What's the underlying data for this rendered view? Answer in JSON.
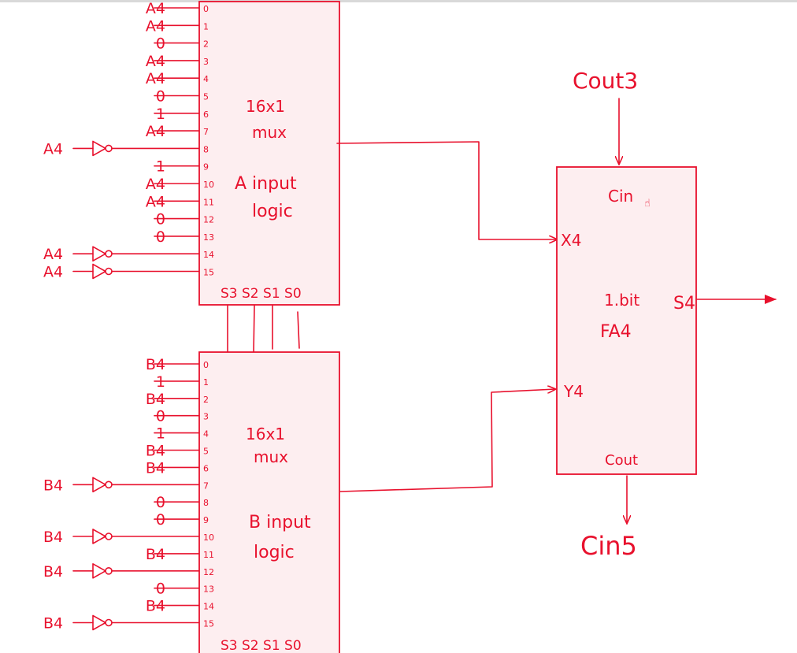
{
  "colors": {
    "ink": "#e8112d",
    "box_fill": "#fdeef0"
  },
  "mux_a": {
    "title_line1": "16x1",
    "title_line2": "mux",
    "desc_line1": "A input",
    "desc_line2": "logic",
    "select": "S3 S2 S1 S0",
    "pins": [
      "0",
      "1",
      "2",
      "3",
      "4",
      "5",
      "6",
      "7",
      "8",
      "9",
      "10",
      "11",
      "12",
      "13",
      "14",
      "15"
    ],
    "inputs": [
      {
        "label": "A4",
        "inverted": false
      },
      {
        "label": "A4",
        "inverted": false
      },
      {
        "label": "0",
        "inverted": false
      },
      {
        "label": "A4",
        "inverted": false
      },
      {
        "label": "A4",
        "inverted": false
      },
      {
        "label": "0",
        "inverted": false
      },
      {
        "label": "1",
        "inverted": false
      },
      {
        "label": "A4",
        "inverted": false
      },
      {
        "label": "A4",
        "inverted": true
      },
      {
        "label": "1",
        "inverted": false
      },
      {
        "label": "A4",
        "inverted": false
      },
      {
        "label": "A4",
        "inverted": false
      },
      {
        "label": "0",
        "inverted": false
      },
      {
        "label": "0",
        "inverted": false
      },
      {
        "label": "A4",
        "inverted": true
      },
      {
        "label": "A4",
        "inverted": true
      }
    ]
  },
  "mux_b": {
    "title_line1": "16x1",
    "title_line2": "mux",
    "desc_line1": "B input",
    "desc_line2": "logic",
    "select": "S3 S2 S1 S0",
    "pins": [
      "0",
      "1",
      "2",
      "3",
      "4",
      "5",
      "6",
      "7",
      "8",
      "9",
      "10",
      "11",
      "12",
      "13",
      "14",
      "15"
    ],
    "inputs": [
      {
        "label": "B4",
        "inverted": false
      },
      {
        "label": "1",
        "inverted": false
      },
      {
        "label": "B4",
        "inverted": false
      },
      {
        "label": "0",
        "inverted": false
      },
      {
        "label": "1",
        "inverted": false
      },
      {
        "label": "B4",
        "inverted": false
      },
      {
        "label": "B4",
        "inverted": false
      },
      {
        "label": "B4",
        "inverted": true
      },
      {
        "label": "0",
        "inverted": false
      },
      {
        "label": "0",
        "inverted": false
      },
      {
        "label": "B4",
        "inverted": true
      },
      {
        "label": "B4",
        "inverted": false
      },
      {
        "label": "B4",
        "inverted": true
      },
      {
        "label": "0",
        "inverted": false
      },
      {
        "label": "B4",
        "inverted": false
      },
      {
        "label": "B4",
        "inverted": true
      }
    ]
  },
  "full_adder": {
    "title_line1": "1.bit",
    "title_line2": "FA4",
    "cin_label": "Cin",
    "cout_label": "Cout",
    "x_label": "X4",
    "y_label": "Y4",
    "s_label": "S4",
    "carry_in_source": "Cout3",
    "carry_out_target": "Cin5"
  }
}
